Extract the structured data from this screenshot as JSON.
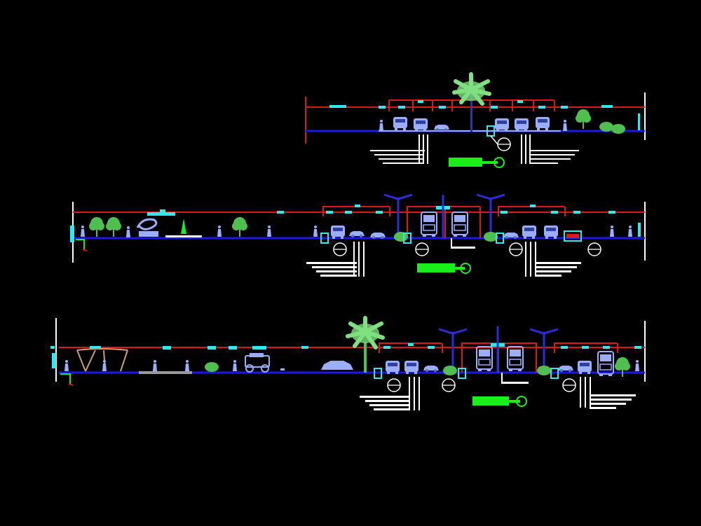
{
  "drawing": {
    "type": "CAD road cross-sections",
    "background": "#000000",
    "colors": {
      "dimension": "#d81a1a",
      "ground": "#1a1ae8",
      "vehicle": "#9aaefc",
      "tree": "#4fbf4f",
      "palm": "#7ee07e",
      "callout": "#ffffff",
      "cyan": "#2fe8f0",
      "green_block": "#19f019",
      "lamp": "#2c2cd8",
      "arch": "#c8a070",
      "gray": "#9a9a9a"
    },
    "sections": [
      {
        "name": "upper-section",
        "elements": [
          "palm-tree",
          "cars",
          "pickup",
          "bush",
          "pedestrians"
        ]
      },
      {
        "name": "middle-section",
        "elements": [
          "trees",
          "sculpture",
          "fountain",
          "street-lamps",
          "buses",
          "cars"
        ]
      },
      {
        "name": "lower-section",
        "elements": [
          "arch-gate",
          "palm-tree",
          "jeep",
          "sedan",
          "street-lamps",
          "buses",
          "cars"
        ]
      }
    ]
  }
}
